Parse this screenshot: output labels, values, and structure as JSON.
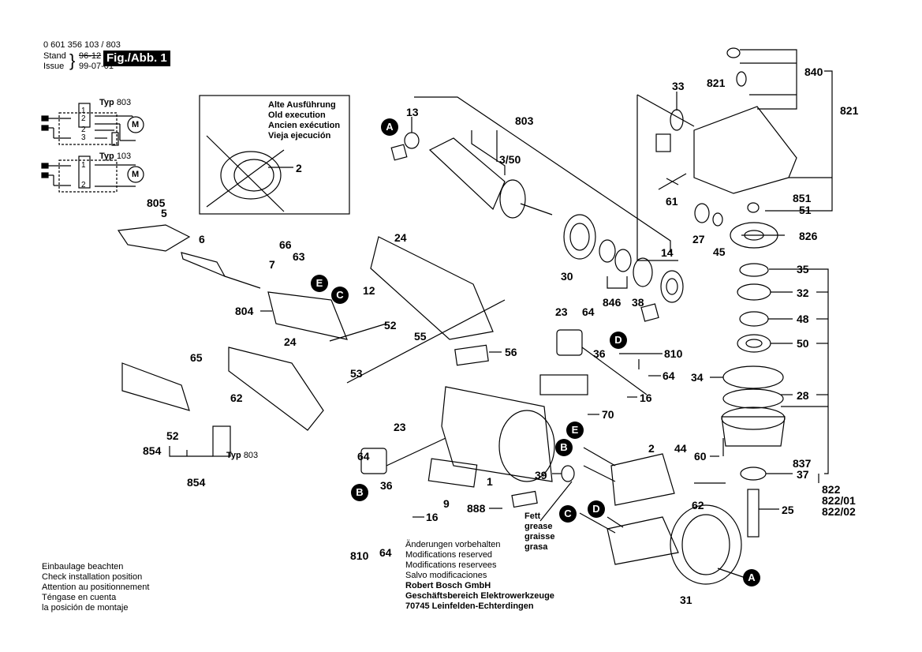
{
  "header": {
    "part_number": "0 601 356 103 / 803",
    "stand_label": "Stand",
    "stand_value": "96-12",
    "issue_label": "Issue",
    "issue_value": "99-07-01",
    "figure_label": "Fig./Abb. 1"
  },
  "wiring": {
    "typ803_label": "Typ",
    "typ803_value": "803",
    "typ103_label": "Typ",
    "typ103_value": "103",
    "motor_symbol": "M",
    "pins_803": [
      "1",
      "2",
      "2",
      "3"
    ],
    "pins_103": [
      "1",
      "2"
    ]
  },
  "old_execution": {
    "lines": [
      "Alte Ausführung",
      "Old execution",
      "Ancien exécution",
      "Vieja ejecución"
    ],
    "part": "2"
  },
  "callouts": [
    "A",
    "B",
    "C",
    "D",
    "E"
  ],
  "part_labels": {
    "p805": "805",
    "p5": "5",
    "p6": "6",
    "p66": "66",
    "p63": "63",
    "p7": "7",
    "p804": "804",
    "p12": "12",
    "p24a": "24",
    "p24b": "24",
    "p52a": "52",
    "p53": "53",
    "p55": "55",
    "p65": "65",
    "p62a": "62",
    "p52b": "52",
    "p854a": "854",
    "p854b": "854",
    "typ_label": "Typ",
    "typ_value": "803",
    "p13": "13",
    "p803": "803",
    "p3_50": "3/50",
    "p30": "30",
    "p846": "846",
    "p38": "38",
    "p14": "14",
    "p33": "33",
    "p821a": "821",
    "p840": "840",
    "p821b": "821",
    "p61": "61",
    "p27": "27",
    "p45": "45",
    "p851": "851",
    "p51": "51",
    "p826": "826",
    "p35": "35",
    "p32": "32",
    "p48": "48",
    "p50": "50",
    "p34": "34",
    "p28": "28",
    "p60": "60",
    "p837": "837",
    "p37": "37",
    "p822": "822",
    "p822_01": "822/01",
    "p822_02": "822/02",
    "p25": "25",
    "p23a": "23",
    "p64a": "64",
    "p36a": "36",
    "p810a": "810",
    "p64b": "64",
    "p16a": "16",
    "p56": "56",
    "p70": "70",
    "p23b": "23",
    "p64c": "64",
    "p36b": "36",
    "p16b": "16",
    "p810b": "810",
    "p64d": "64",
    "p9": "9",
    "p1": "1",
    "p888": "888",
    "p39": "39",
    "p2": "2",
    "p44": "44",
    "p62b": "62",
    "p31": "31"
  },
  "grease_note": [
    "Fett",
    "grease",
    "graisse",
    "grasa"
  ],
  "installation_note": [
    "Einbaulage beachten",
    "Check installation position",
    "Attention au positionnement",
    "Téngase en cuenta",
    "la posición de montaje"
  ],
  "footer": {
    "modifications": [
      "Änderungen vorbehalten",
      "Modifications reserved",
      "Modifications reservees",
      "Salvo modificaciones"
    ],
    "company": [
      "Robert Bosch GmbH",
      "Geschäftsbereich Elektrowerkzeuge",
      "70745 Leinfelden-Echterdingen"
    ]
  }
}
